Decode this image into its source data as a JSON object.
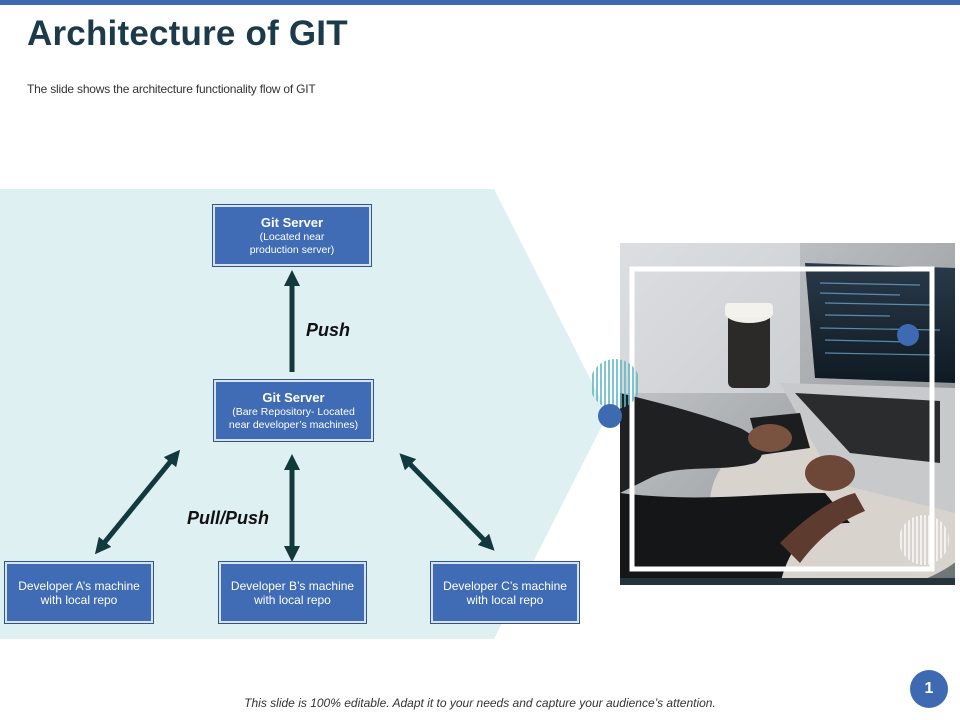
{
  "header": {
    "title": "Architecture of GIT",
    "subtitle": "The slide shows the architecture functionality flow of GIT"
  },
  "diagram": {
    "top_server": {
      "title": "Git Server",
      "line1": "(Located near",
      "line2": "production server)"
    },
    "mid_server": {
      "title": "Git Server",
      "line1": "(Bare Repository- Located",
      "line2": "near developer’s machines)"
    },
    "dev_a": {
      "line1": "Developer A’s machine",
      "line2": "with local repo"
    },
    "dev_b": {
      "line1": "Developer B’s machine",
      "line2": "with local repo"
    },
    "dev_c": {
      "line1": "Developer C’s machine",
      "line2": "with local repo"
    },
    "push_label": "Push",
    "pullpush_label": "Pull/Push"
  },
  "colors": {
    "accent": "#3d6ab1",
    "box_fill": "#3f6cb4",
    "panel_bg": "#dff0f2",
    "arrow": "#123a3e",
    "title": "#1b3a4a"
  },
  "footer": {
    "note": "This slide is 100% editable. Adapt it to your needs and capture your audience’s attention.",
    "page_number": "1"
  }
}
